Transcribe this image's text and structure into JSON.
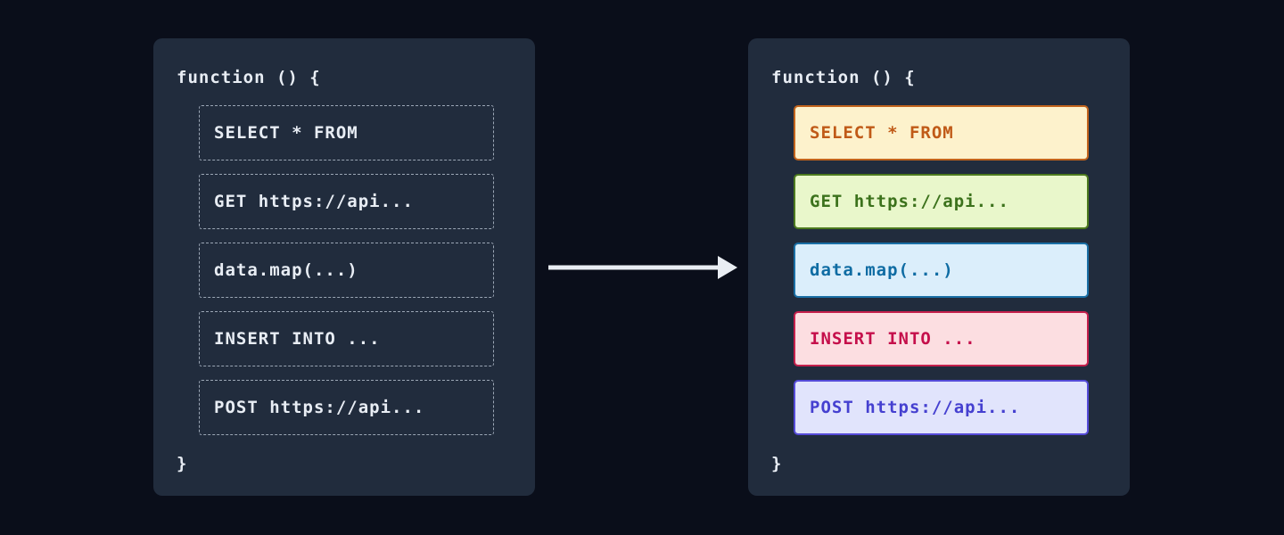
{
  "colors": {
    "page_bg": "#0a0e1a",
    "panel_bg": "#212c3d",
    "dashed_border": "#9ba6b5",
    "code_text": "#e8edf4",
    "arrow": "#e9edf3"
  },
  "left_panel": {
    "header": "function () {",
    "footer": "}",
    "blocks": [
      {
        "label": "SELECT * FROM"
      },
      {
        "label": "GET https://api..."
      },
      {
        "label": "data.map(...)"
      },
      {
        "label": "INSERT INTO ..."
      },
      {
        "label": "POST https://api..."
      }
    ]
  },
  "right_panel": {
    "header": "function () {",
    "footer": "}",
    "blocks": [
      {
        "label": "SELECT * FROM",
        "bg": "#fdf2cc",
        "border": "#c2641c",
        "text": "#c05a17"
      },
      {
        "label": "GET https://api...",
        "bg": "#e9f7cb",
        "border": "#4c7a1e",
        "text": "#3c721c"
      },
      {
        "label": "data.map(...)",
        "bg": "#dbeefb",
        "border": "#1a6fa5",
        "text": "#0f6ca3"
      },
      {
        "label": "INSERT INTO ...",
        "bg": "#fcdee1",
        "border": "#c5204c",
        "text": "#c50f4b"
      },
      {
        "label": "POST https://api...",
        "bg": "#e1e4fc",
        "border": "#554bd8",
        "text": "#4540d0"
      }
    ]
  }
}
